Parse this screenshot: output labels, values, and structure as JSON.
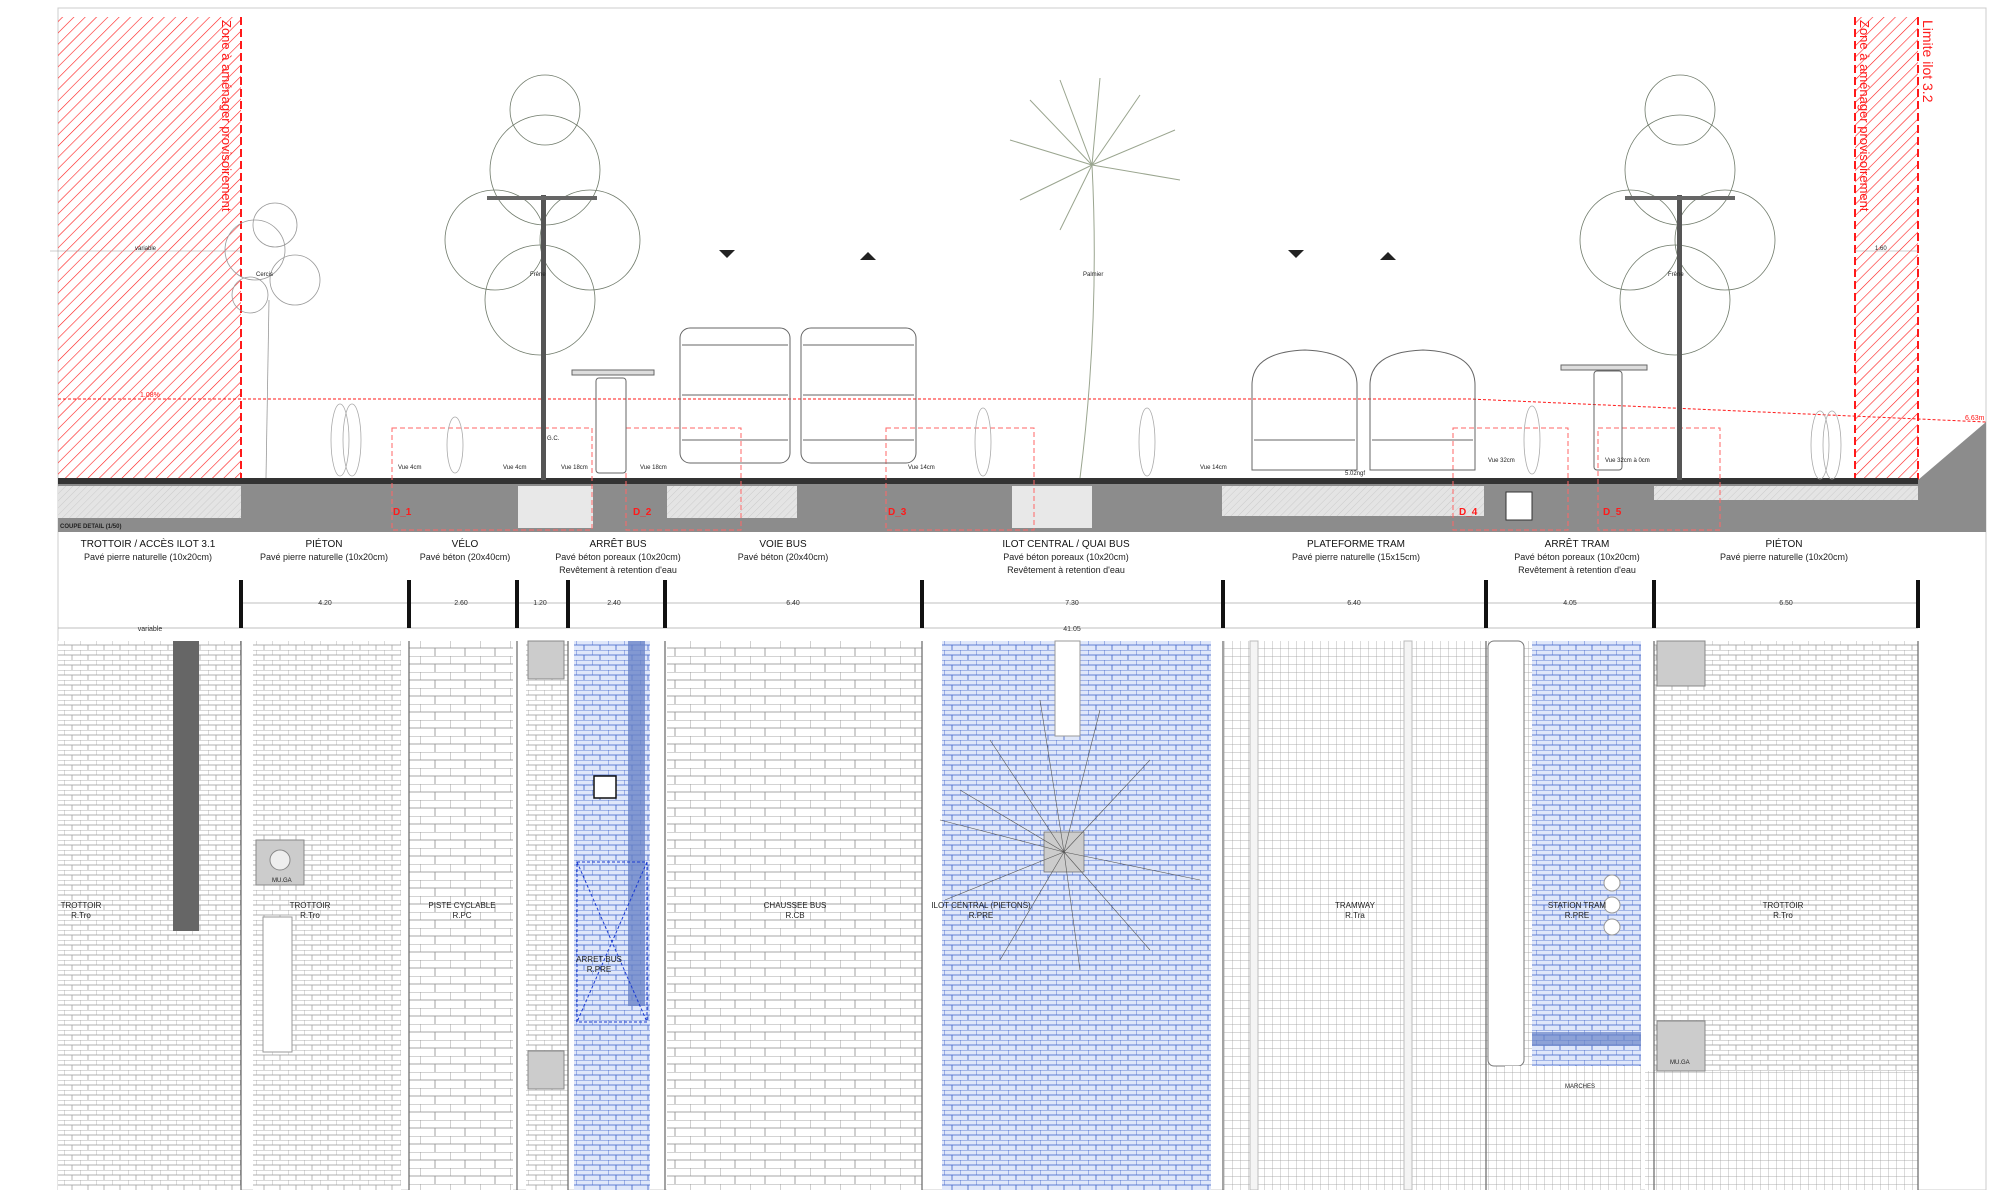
{
  "section": {
    "title": "COUPE DETAIL (1/50)",
    "zone_left": "Zone à aménager provisoirement",
    "zone_right": "Zone à aménager provisoirement",
    "limit_right": "Limite ilot 3.2",
    "variable": "variable",
    "dim_right": "1.60",
    "slope_left": "1.08%",
    "level_right": "6.63m",
    "level_tram": "5.02ngf",
    "gc": "G.C.",
    "trees": {
      "cercis": "Cercis",
      "frene_left": "Frêne",
      "palmier": "Palmier",
      "frene_right": "Frêne"
    },
    "vues": [
      "Vue 4cm",
      "Vue 4cm",
      "Vue 18cm",
      "Vue 18cm",
      "Vue 14cm",
      "Vue 14cm",
      "Vue 32cm",
      "Vue 32cm à 0cm"
    ],
    "details": [
      "D_1",
      "D_2",
      "D_3",
      "D_4",
      "D_5"
    ]
  },
  "columns": [
    {
      "title": "TROTTOIR / ACCÈS ILOT 3.1",
      "material": "Pavé pierre naturelle (10x20cm)",
      "note": ""
    },
    {
      "title": "PIÉTON",
      "material": "Pavé pierre naturelle (10x20cm)",
      "note": ""
    },
    {
      "title": "VÉLO",
      "material": "Pavé béton (20x40cm)",
      "note": ""
    },
    {
      "title": "ARRÊT BUS",
      "material": "Pavé béton poreaux (10x20cm)",
      "note": "Revêtement à retention d'eau"
    },
    {
      "title": "VOIE BUS",
      "material": "Pavé béton (20x40cm)",
      "note": ""
    },
    {
      "title": "ILOT CENTRAL / QUAI BUS",
      "material": "Pavé béton poreaux (10x20cm)",
      "note": "Revêtement à retention d'eau"
    },
    {
      "title": "PLATEFORME TRAM",
      "material": "Pavé pierre naturelle (15x15cm)",
      "note": ""
    },
    {
      "title": "ARRÊT TRAM",
      "material": "Pavé béton poreaux (10x20cm)",
      "note": "Revêtement à retention d'eau"
    },
    {
      "title": "PIÉTON",
      "material": "Pavé pierre naturelle (10x20cm)",
      "note": ""
    }
  ],
  "dimensions": {
    "segments": [
      "4.20",
      "2.60",
      "1.20",
      "2.40",
      "6.40",
      "7.30",
      "6.40",
      "4.05",
      "6.50"
    ],
    "total": "41.05",
    "left": "variable"
  },
  "plan": {
    "zones": [
      {
        "name": "TROTTOIR",
        "code": "R.Tro"
      },
      {
        "name": "TROTTOIR",
        "code": "R.Tro"
      },
      {
        "name": "PISTE CYCLABLE",
        "code": "R.PC"
      },
      {
        "name": "ARRET BUS",
        "code": "R.PRE"
      },
      {
        "name": "CHAUSSEE BUS",
        "code": "R.CB"
      },
      {
        "name": "ILOT CENTRAL (PIETONS)",
        "code": "R.PRE"
      },
      {
        "name": "TRAMWAY",
        "code": "R.Tra"
      },
      {
        "name": "STATION TRAM",
        "code": "R.PRE"
      },
      {
        "name": "TROTTOIR",
        "code": "R.Tro"
      }
    ],
    "furniture": "MU.GA",
    "marches": "MARCHES"
  },
  "colors": {
    "red": "#ff1a1a",
    "porous_blue": "#3a5fc8",
    "ground": "#8c8c8c"
  }
}
